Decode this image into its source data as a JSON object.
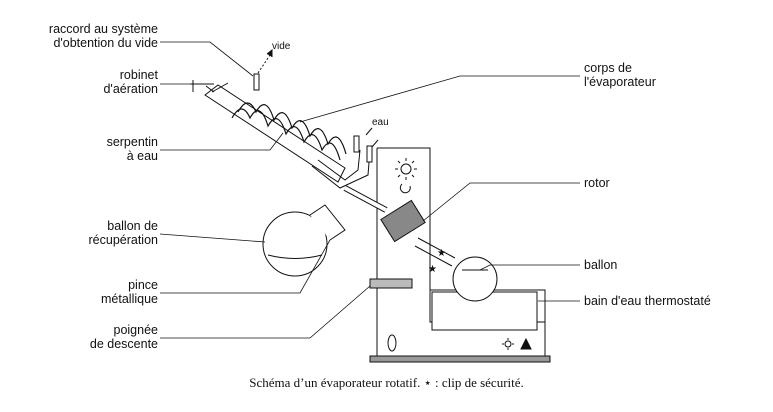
{
  "labels": {
    "raccord": [
      "raccord au système",
      "d'obtention du vide"
    ],
    "robinet": [
      "robinet",
      "d'aération"
    ],
    "serpentin": [
      "serpentin",
      "à eau"
    ],
    "ballon_recup": [
      "ballon de",
      "récupération"
    ],
    "pince": [
      "pince",
      "métallique"
    ],
    "poignee": [
      "poignée",
      "de descente"
    ],
    "corps": [
      "corps de",
      "l'évaporateur"
    ],
    "rotor": "rotor",
    "ballon": "ballon",
    "bain": "bain d'eau thermostaté",
    "vide": "vide",
    "eau": "eau"
  },
  "caption": "Schéma d’un évaporateur rotatif. ⋆ : clip de sécurité.",
  "colors": {
    "line": "#111111",
    "apparatus_fill": "#ffffff",
    "grey": "#999999"
  }
}
